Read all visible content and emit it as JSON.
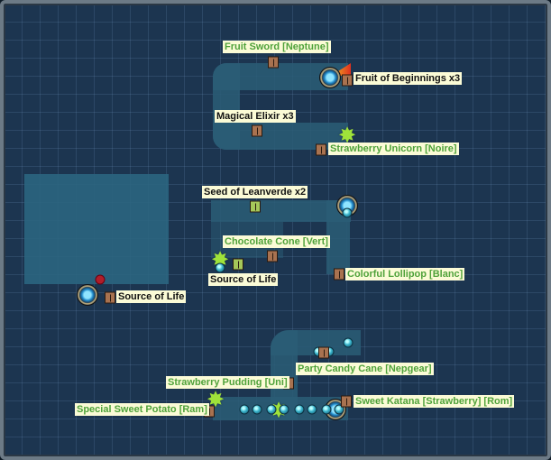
{
  "map": {
    "items": [
      {
        "id": "fruit-sword",
        "label": "Fruit Sword [Neptune]",
        "color": "green"
      },
      {
        "id": "fruit-of-beginnings",
        "label": "Fruit of Beginnings x3",
        "color": "black"
      },
      {
        "id": "magical-elixir",
        "label": "Magical Elixir x3",
        "color": "black"
      },
      {
        "id": "strawberry-unicorn",
        "label": "Strawberry Unicorn [Noire]",
        "color": "green"
      },
      {
        "id": "seed-of-leanverde",
        "label": "Seed of Leanverde x2",
        "color": "black"
      },
      {
        "id": "chocolate-cone",
        "label": "Chocolate Cone [Vert]",
        "color": "green"
      },
      {
        "id": "source-of-life-1",
        "label": "Source of Life",
        "color": "black"
      },
      {
        "id": "colorful-lollipop",
        "label": "Colorful Lollipop [Blanc]",
        "color": "green"
      },
      {
        "id": "source-of-life-2",
        "label": "Source of Life",
        "color": "black"
      },
      {
        "id": "party-candy-cane",
        "label": "Party Candy Cane [Nepgear]",
        "color": "green"
      },
      {
        "id": "strawberry-pudding",
        "label": "Strawberry Pudding [Uni]",
        "color": "green"
      },
      {
        "id": "special-sweet-potato",
        "label": "Special Sweet Potato [Ram]",
        "color": "green"
      },
      {
        "id": "sweet-katana",
        "label": "Sweet Katana [Strawberry] [Rom]",
        "color": "green"
      }
    ]
  },
  "colors": {
    "background": "#1c3550",
    "corridor": "#2a5d75",
    "label_bg": "#fbfbd6",
    "label_green": "#4fa23a"
  }
}
